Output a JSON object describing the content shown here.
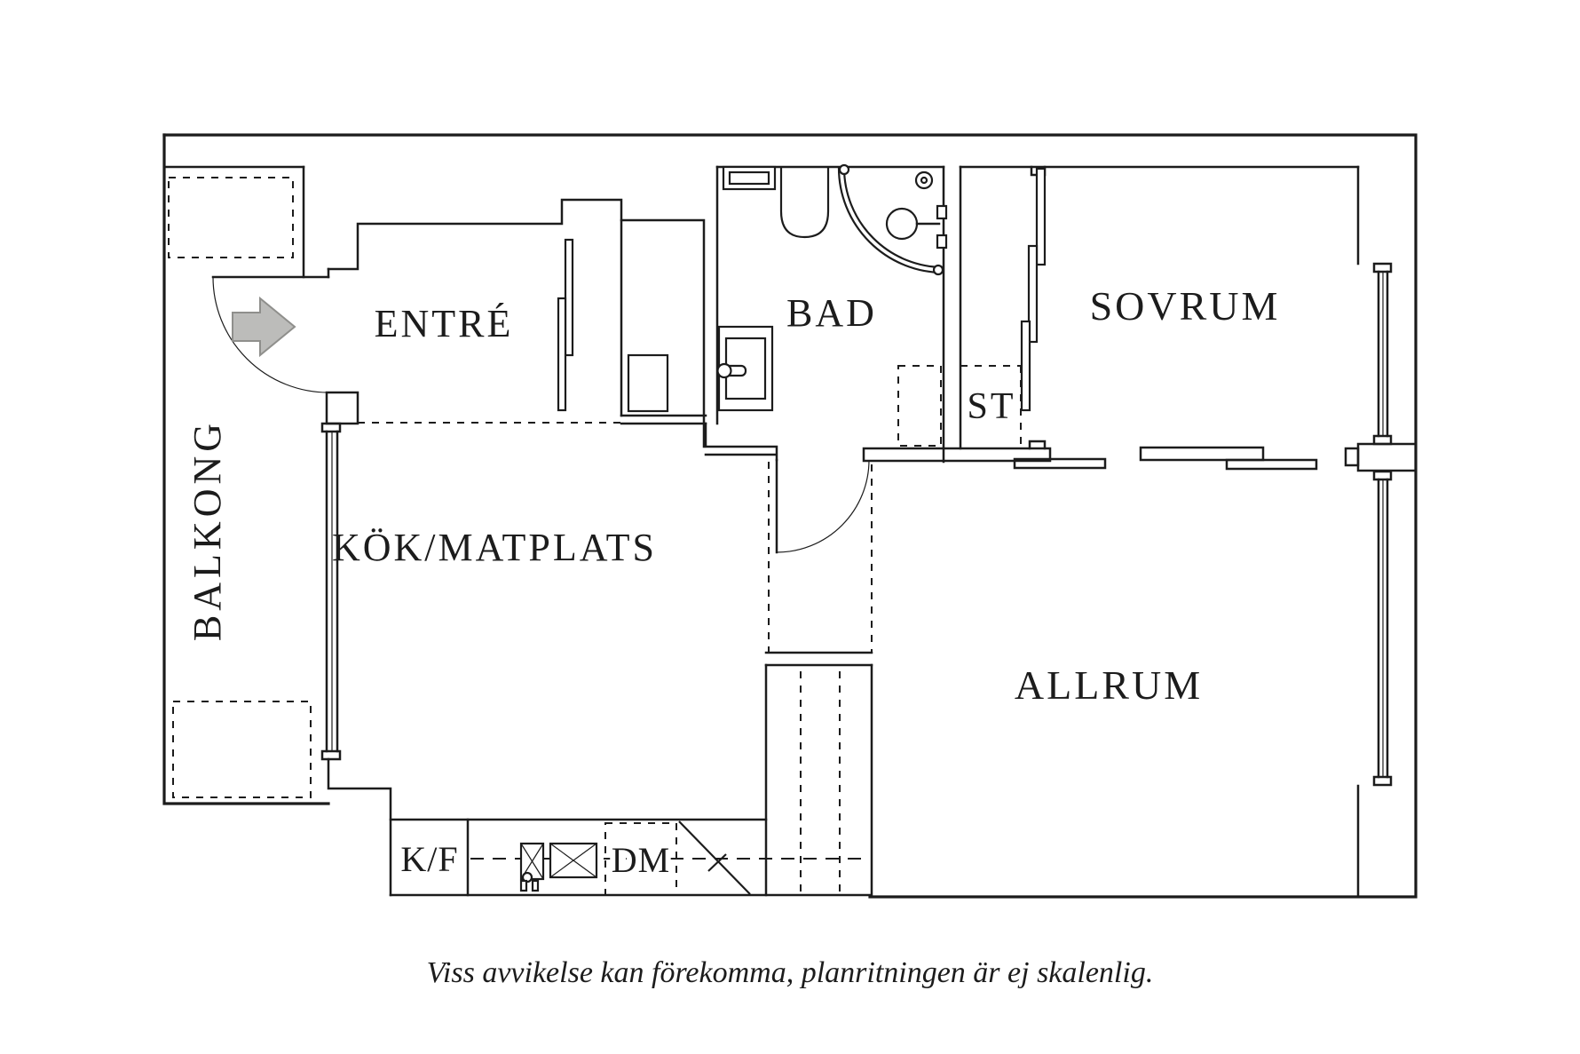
{
  "plan": {
    "rooms": {
      "balcony": "BALKONG",
      "entrance": "ENTRÉ",
      "bathroom": "BAD",
      "closet": "ST",
      "bedroom": "SOVRUM",
      "kitchen": "KÖK/MATPLATS",
      "living_room": "ALLRUM"
    },
    "appliances": {
      "fridge_freezer": "K/F",
      "dishwasher": "DM"
    },
    "footer": {
      "disclaimer": "Viss avvikelse kan förekomma, planritningen är ej skalenlig."
    },
    "icons": {
      "entrance_arrow": "entrance-direction-arrow"
    },
    "colors": {
      "background": "#ffffff",
      "line": "#1c1c1c",
      "arrow_fill": "#bcbcba",
      "arrow_stroke": "#8f8f8c"
    }
  }
}
